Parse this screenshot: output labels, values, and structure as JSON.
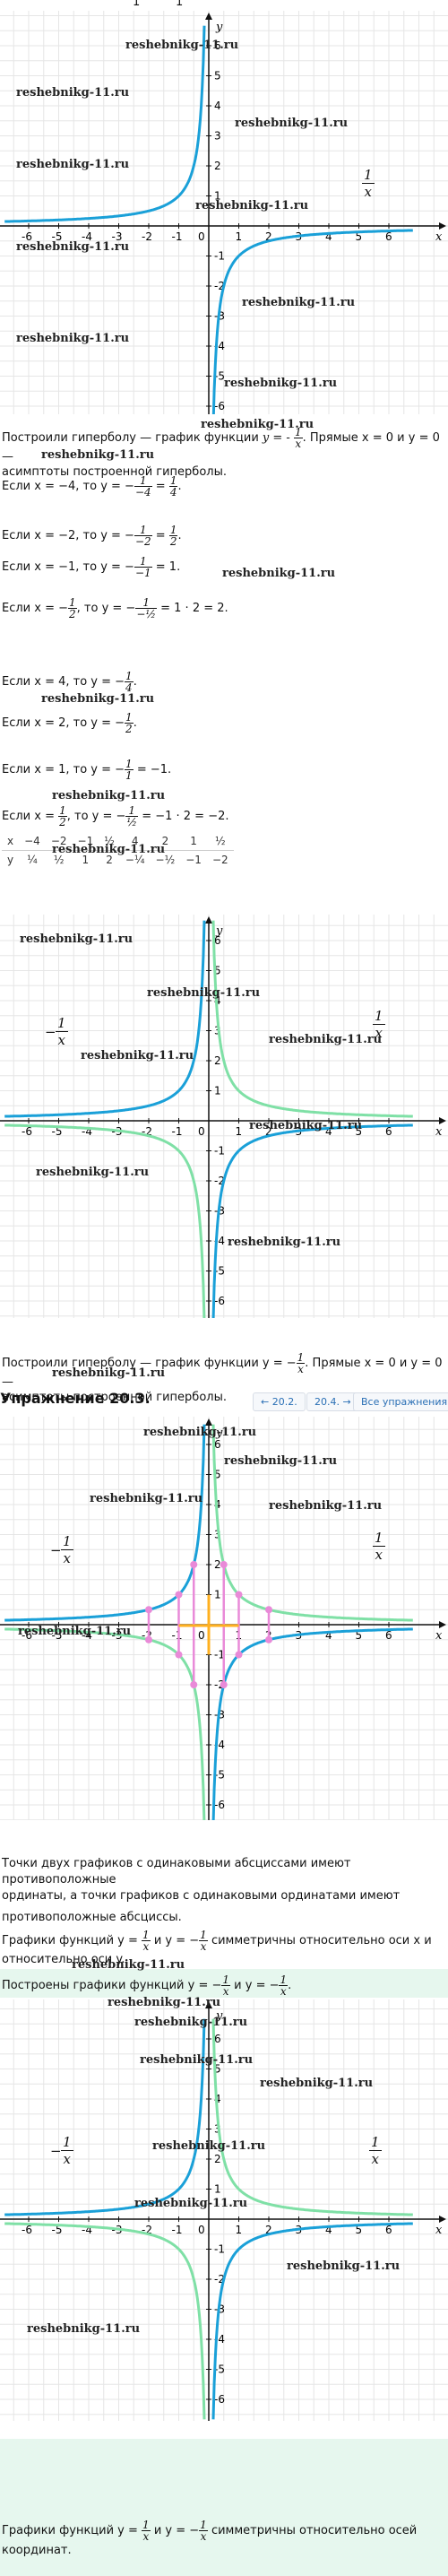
{
  "watermark": "reshebnikg-11.ru",
  "top_ticks": [
    "1",
    "1"
  ],
  "graph1": {
    "legend_top": "1",
    "legend_bottom": "x",
    "x_label": "x",
    "y_label": "y",
    "x_ticks": [
      "-6",
      "-5",
      "-4",
      "-3",
      "-2",
      "-1",
      "0",
      "1",
      "2",
      "3",
      "4",
      "5",
      "6"
    ],
    "y_ticks": [
      "6",
      "5",
      "4",
      "3",
      "2",
      "1",
      "-1",
      "-2",
      "-3",
      "-4",
      "-5",
      "-6"
    ]
  },
  "section1": {
    "intro_1": "Построили гиперболу — график функции",
    "intro_func": "y = -",
    "intro_frac_n": "1",
    "intro_frac_d": "x",
    "intro_2": ". Прямые x = 0 и y = 0 —",
    "intro_3": "асимптоты построенной гиперболы.",
    "rows": [
      {
        "prefix": "Если x = −4, то y = −",
        "fn": "1",
        "fd": "−4",
        "mid": " = ",
        "rn": "1",
        "rd": "4",
        "suffix": "."
      },
      {
        "prefix": "Если x = −2, то y = −",
        "fn": "1",
        "fd": "−2",
        "mid": " = ",
        "rn": "1",
        "rd": "2",
        "suffix": "."
      },
      {
        "prefix": "Если x = −1, то y = −",
        "fn": "1",
        "fd": "−1",
        "mid": " = 1.",
        "rn": "",
        "rd": "",
        "suffix": ""
      },
      {
        "prefix": "Если x = −",
        "fn": "1",
        "fd": "2",
        "mid": ", то y = −",
        "rn": "1",
        "rd": "−½",
        "suffix": " = 1 · 2 = 2."
      },
      {
        "prefix": "Если x = 4, то y = −",
        "fn": "1",
        "fd": "4",
        "mid": ".",
        "rn": "",
        "rd": "",
        "suffix": ""
      },
      {
        "prefix": "Если x = 2, то y = −",
        "fn": "1",
        "fd": "2",
        "mid": ".",
        "rn": "",
        "rd": "",
        "suffix": ""
      },
      {
        "prefix": "Если x = 1, то y = −",
        "fn": "1",
        "fd": "1",
        "mid": " = −1.",
        "rn": "",
        "rd": "",
        "suffix": ""
      },
      {
        "prefix": "Если x = ",
        "fn": "1",
        "fd": "2",
        "mid": ", то y = −",
        "rn": "1",
        "rd": "½",
        "suffix": " = −1 · 2 = −2."
      }
    ],
    "table_x": [
      "x",
      "−4",
      "−2",
      "−1",
      "½",
      "4",
      "2",
      "1",
      "½"
    ],
    "table_y": [
      "y",
      "¼",
      "½",
      "1",
      "2",
      "−¼",
      "−½",
      "−1",
      "−2"
    ]
  },
  "graph2": {
    "legend_left_top": "1",
    "legend_left_prefix": "−",
    "legend_left_bottom": "x",
    "legend_right_top": "1",
    "legend_right_bottom": "x",
    "x_label": "x",
    "y_label": "y"
  },
  "section2": {
    "text_1": "Построили гиперболу — график функции y = −",
    "frac_n": "1",
    "frac_d": "x",
    "text_2": ". Прямые x = 0 и y = 0 —",
    "text_3": "асимптоты построенной гиперболы."
  },
  "exercise": {
    "title": "Упражнение 20.3.",
    "prev": "← 20.2.",
    "next": "20.4. →",
    "all": "Все упражнения"
  },
  "section3": {
    "p1": "Точки двух графиков с одинаковыми абсциссами имеют противоположные",
    "p2": "ординаты, а точки графиков с одинаковыми ординатами имеют",
    "p3": "противоположные абсциссы.",
    "p4a": "Графики функций y =",
    "p4b": "и y = −",
    "p4c": "симметричны относительно оси x и",
    "p5": "относительно оси y.",
    "p6a": "Построены графики функций y = −",
    "p6b": "и y = −",
    "p6c": "."
  },
  "section4": {
    "p1a": "Графики функций y =",
    "p1b": "и y = −",
    "p1c": "симметричны относительно осей",
    "p2": "координат."
  },
  "colors": {
    "blue": "#1aa0d8",
    "green": "#7fe0a6",
    "pink": "#e98ad8",
    "orange": "#ffb020"
  }
}
